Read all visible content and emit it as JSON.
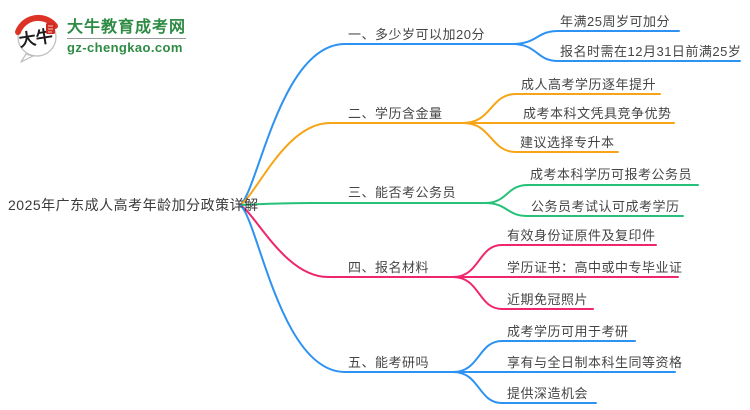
{
  "logo": {
    "site_name": "大牛教育成考网",
    "site_url": "gz-chengkao.com",
    "icon_text": "大牛",
    "brand_color": "#2e8b44"
  },
  "root": {
    "label": "2025年广东成人高考年龄加分政策详解"
  },
  "branches": [
    {
      "label": "一、多少岁可以加20分",
      "color": "#2d92f2",
      "children": [
        {
          "label": "年满25周岁可加分"
        },
        {
          "label": "报名时需在12月31日前满25岁"
        }
      ]
    },
    {
      "label": "二、学历含金量",
      "color": "#f7a416",
      "children": [
        {
          "label": "成人高考学历逐年提升"
        },
        {
          "label": "成考本科文凭具竞争优势"
        },
        {
          "label": "建议选择专升本"
        }
      ]
    },
    {
      "label": "三、能否考公务员",
      "color": "#26c178",
      "children": [
        {
          "label": "成考本科学历可报考公务员"
        },
        {
          "label": "公务员考试认可成考学历"
        }
      ]
    },
    {
      "label": "四、报名材料",
      "color": "#ef256d",
      "children": [
        {
          "label": "有效身份证原件及复印件"
        },
        {
          "label": "学历证书：高中或中专毕业证"
        },
        {
          "label": "近期免冠照片"
        }
      ]
    },
    {
      "label": "五、能考研吗",
      "color": "#2d92f2",
      "children": [
        {
          "label": "成考学历可用于考研"
        },
        {
          "label": "享有与全日制本科生同等资格"
        },
        {
          "label": "提供深造机会"
        }
      ]
    }
  ]
}
